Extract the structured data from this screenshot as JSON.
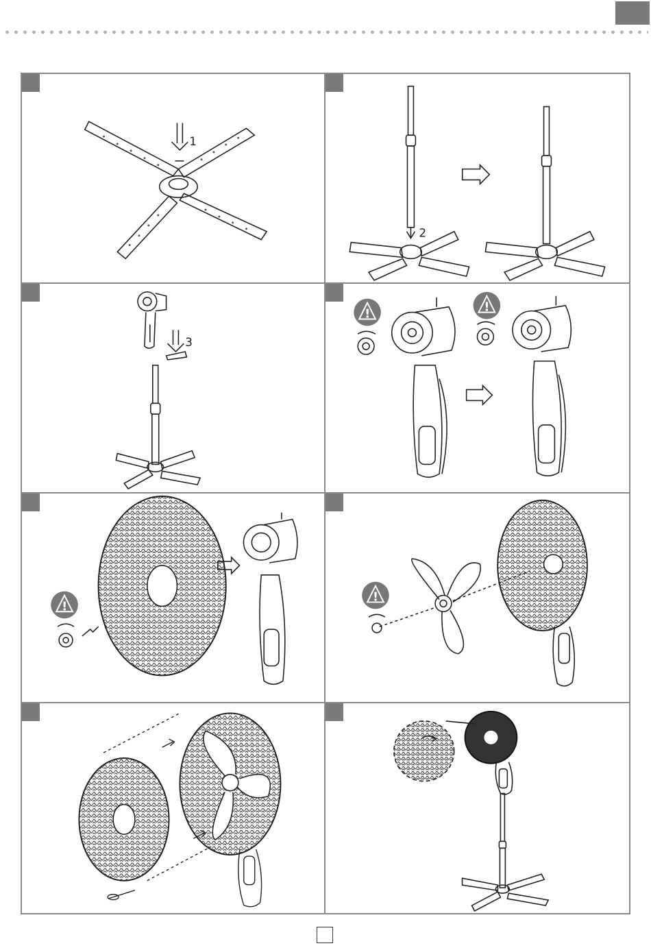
{
  "steps": [
    {
      "callout": "1"
    },
    {
      "callout": "2"
    },
    {
      "callout": "3"
    },
    {
      "callout": ""
    },
    {
      "callout": ""
    },
    {
      "callout": ""
    },
    {
      "callout": ""
    },
    {
      "callout": ""
    }
  ],
  "icons": {
    "warning": "warning-icon",
    "arrow": "arrow-right-icon"
  },
  "colors": {
    "badge": "#7a7a7a",
    "warning": "#777777",
    "line": "#222222"
  },
  "page_number": ""
}
